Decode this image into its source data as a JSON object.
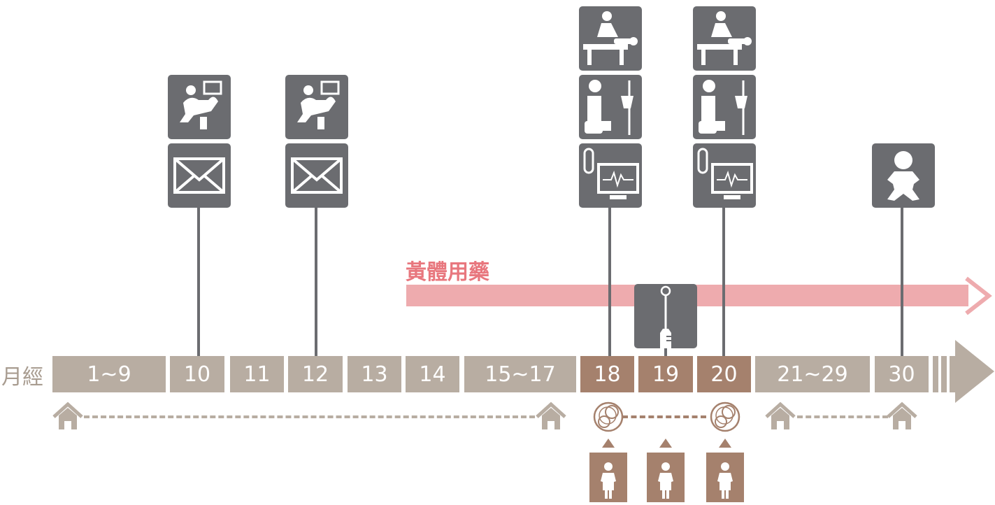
{
  "row_label": "月經",
  "medication_label": "黃體用藥",
  "days": [
    {
      "label": "1~9",
      "phase": "normal"
    },
    {
      "label": "10",
      "phase": "normal"
    },
    {
      "label": "11",
      "phase": "normal"
    },
    {
      "label": "12",
      "phase": "normal"
    },
    {
      "label": "13",
      "phase": "normal"
    },
    {
      "label": "14",
      "phase": "normal"
    },
    {
      "label": "15~17",
      "phase": "normal"
    },
    {
      "label": "18",
      "phase": "highlight"
    },
    {
      "label": "19",
      "phase": "highlight"
    },
    {
      "label": "20",
      "phase": "highlight"
    },
    {
      "label": "21~29",
      "phase": "normal"
    },
    {
      "label": "30",
      "phase": "normal"
    }
  ],
  "events": [
    {
      "day": "10",
      "icons": [
        "ultrasound-exam-icon",
        "envelope-icon"
      ]
    },
    {
      "day": "12",
      "icons": [
        "ultrasound-exam-icon",
        "envelope-icon"
      ]
    },
    {
      "day": "18",
      "icons": [
        "massage-treatment-icon",
        "iv-infusion-icon",
        "lab-monitor-icon"
      ]
    },
    {
      "day": "19",
      "icons": [
        "syringe-icon"
      ]
    },
    {
      "day": "20",
      "icons": [
        "massage-treatment-icon",
        "iv-infusion-icon",
        "lab-monitor-icon"
      ]
    },
    {
      "day": "30",
      "icons": [
        "baby-icon"
      ]
    }
  ],
  "colors": {
    "normal": "#b8ada2",
    "highlight": "#a5816d",
    "icon_bg": "#6b6c70",
    "medication": "#eeabae",
    "medication_text": "#e8777e"
  }
}
